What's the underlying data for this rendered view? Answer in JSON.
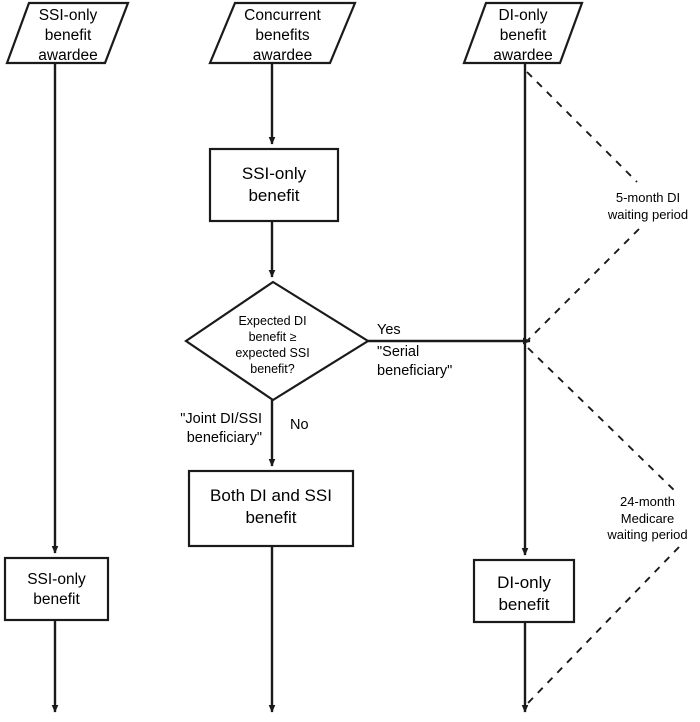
{
  "diagram": {
    "title": "SSI and DI benefit awardee pathways flowchart",
    "stroke_color": "#1a1a1a",
    "fill_color": "#ffffff",
    "text_color": "#000000",
    "nodes": {
      "ssi_only_awardee": {
        "label": "SSI-only\nbenefit\nawardee",
        "shape": "parallelogram"
      },
      "concurrent_awardee": {
        "label": "Concurrent\nbenefits\nawardee",
        "shape": "parallelogram"
      },
      "di_only_awardee": {
        "label": "DI-only\nbenefit\nawardee",
        "shape": "parallelogram"
      },
      "ssi_only_benefit_mid": {
        "label": "SSI-only\nbenefit",
        "shape": "rectangle"
      },
      "decision": {
        "label": "Expected DI\nbenefit ≥\nexpected SSI\nbenefit?",
        "shape": "diamond"
      },
      "both_di_ssi": {
        "label": "Both DI and SSI\nbenefit",
        "shape": "rectangle"
      },
      "ssi_only_benefit_left": {
        "label": "SSI-only\nbenefit",
        "shape": "rectangle"
      },
      "di_only_benefit": {
        "label": "DI-only\nbenefit",
        "shape": "rectangle"
      }
    },
    "edge_labels": {
      "yes": "Yes",
      "serial_beneficiary": "\"Serial\nbeneficiary\"",
      "no": "No",
      "joint_beneficiary": "\"Joint DI/SSI\nbeneficiary\""
    },
    "annotations": {
      "five_month": "5-month DI\nwaiting period",
      "twenty_four_month": "24-month\nMedicare\nwaiting period"
    }
  }
}
